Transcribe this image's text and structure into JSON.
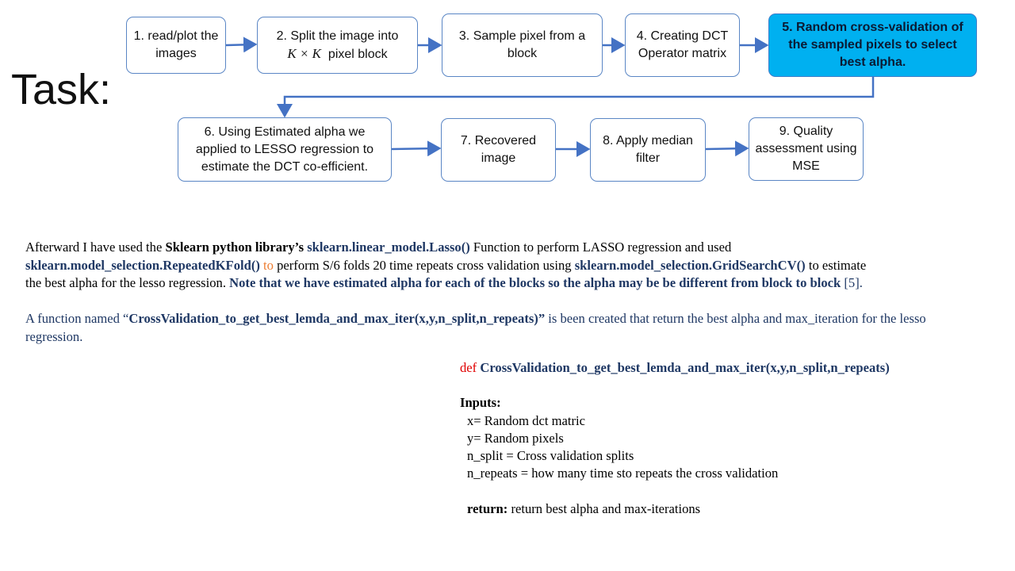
{
  "title": "Task:",
  "flow": {
    "step1": "1. read/plot the images",
    "step2_pre": "2. Split the image into",
    "step2_math": "K × K",
    "step2_post": "pixel block",
    "step3": "3. Sample pixel from a block",
    "step4": "4. Creating DCT Operator matrix",
    "step5": "5. Random cross-validation of the sampled pixels to select best alpha.",
    "step6": "6. Using Estimated alpha we applied to LESSO regression to estimate the DCT co-efficient.",
    "step7": "7. Recovered image",
    "step8": "8. Apply median filter",
    "step9": "9. Quality assessment using MSE"
  },
  "colors": {
    "box_border": "#5a86c5",
    "highlight_fill": "#00b0f0",
    "arrow": "#4472c4",
    "navy": "#1f3864",
    "orange": "#ed7d31",
    "red": "#e00000"
  },
  "para1": {
    "t1": "Afterward I have used the ",
    "t2": "Sklearn python library’s",
    "t3": " ",
    "t4": "sklearn.linear_model.Lasso()",
    "t5": " Function to perform LASSO regression and used",
    "t6": "sklearn.model_selection.RepeatedKFold()",
    "t7": " to",
    "t8": " perform S/6 folds 20 time repeats cross validation  using ",
    "t9": "sklearn.model_selection.GridSearchCV()",
    "t10": " to estimate",
    "t11": "the best alpha for the lesso regression.  ",
    "t12": "Note that we have estimated alpha for each of the blocks so the alpha may be be different from block to block",
    "t13": " [5]."
  },
  "para2": {
    "t1": "A function named “",
    "t2": "CrossValidation_to_get_best_lemda_and_max_iter(x,y,n_split,n_repeats)”",
    "t3": " is been created that return the best alpha and max_iteration for the lesso regression."
  },
  "code": {
    "def_kw": "def",
    "signature": " CrossValidation_to_get_best_lemda_and_max_iter(x,y,n_split,n_repeats)",
    "inputs_label": "Inputs:",
    "line_x": "x= Random dct matric",
    "line_y": "y= Random pixels",
    "line_split": "n_split = Cross validation  splits",
    "line_repeats": "n_repeats = how many time sto repeats the cross validation",
    "return_label": "return:",
    "return_text": " return best alpha and max-iterations"
  }
}
